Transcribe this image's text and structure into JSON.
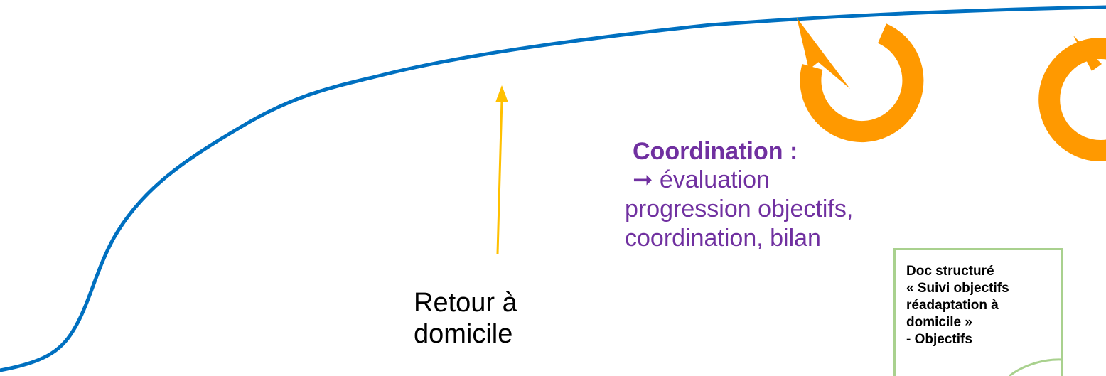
{
  "colors": {
    "curve": "#0070c0",
    "arrow": "#ffc000",
    "cycle": "#ff9900",
    "coordination_text": "#7030a0",
    "doc_border": "#a9d18e"
  },
  "icons": {
    "up_arrow": "up-arrow-icon",
    "cycle_1": "circular-arrow-icon",
    "cycle_2": "circular-arrow-icon"
  },
  "retour": {
    "line1": "Retour à",
    "line2": "domicile"
  },
  "coordination": {
    "title": "Coordination :",
    "line1": "➞ évaluation",
    "line2": "progression objectifs,",
    "line3": "coordination, bilan"
  },
  "doc": {
    "line1": "Doc structuré",
    "line2": "« Suivi objectifs",
    "line3": "réadaptation à",
    "line4": "domicile »",
    "line5": "- Objectifs"
  }
}
